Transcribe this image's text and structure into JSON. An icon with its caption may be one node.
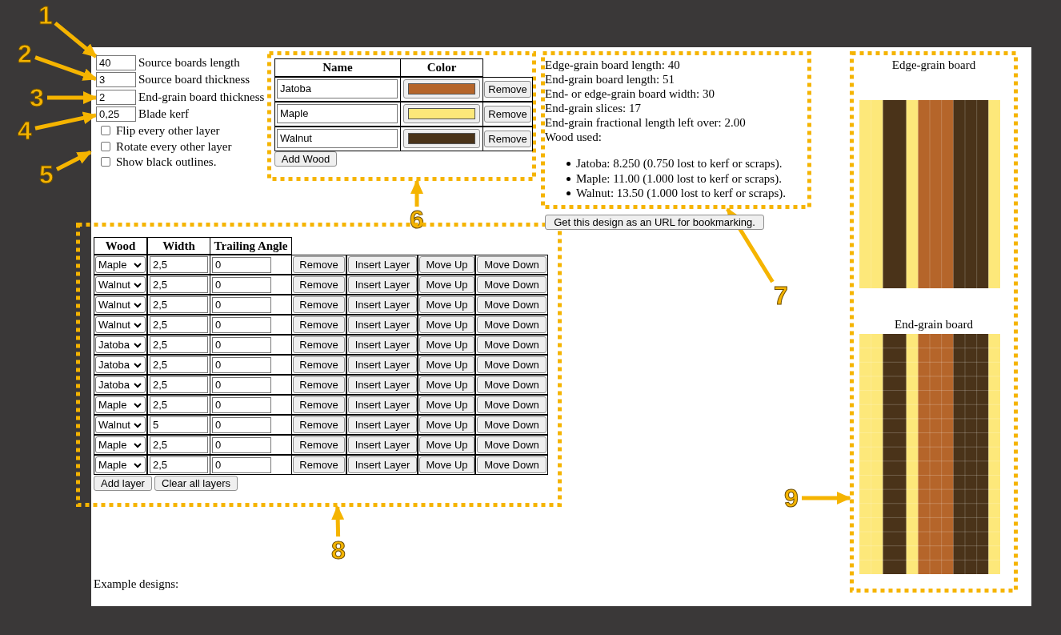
{
  "diagram": {
    "nodes": [
      {
        "text": [
          "1"
        ]
      },
      {
        "text": [
          "2"
        ]
      },
      {
        "text": [
          "3"
        ]
      },
      {
        "text": [
          "4"
        ]
      },
      {
        "text": [
          "5"
        ]
      },
      {
        "text": [
          "6"
        ]
      },
      {
        "text": [
          "7"
        ]
      },
      {
        "text": [
          "8"
        ]
      },
      {
        "text": [
          "9"
        ]
      },
      {
        "text": [
          "40"
        ],
        "beside": [
          "Source boards length"
        ]
      },
      {
        "text": [
          "3"
        ],
        "beside": [
          "Source board thickness"
        ]
      },
      {
        "text": [
          "2"
        ],
        "beside": [
          "End-grain board thickness"
        ]
      },
      {
        "text": [
          "0,25"
        ],
        "beside": [
          "Blade kerf"
        ]
      },
      {
        "text": [],
        "shape": "box"
      },
      {
        "text": [
          "Edge-grain board length: 40",
          "End-grain board length: 51",
          "End- or edge-grain board width: 30",
          "End-grain slices: 17",
          "End-grain fractional length left over: 2.00",
          "Wood used:",
          "Jatoba: 8.250 (0.750 lost to kerf or scraps).",
          "Maple: 11.00 (1.000 lost to kerf or scraps).",
          "Walnut: 13.50 (1.000 lost to kerf or scraps)."
        ]
      },
      {
        "text": [],
        "shape": "box"
      },
      {
        "text": [
          "Edge-grain board",
          "End-grain board"
        ]
      }
    ],
    "edges": [
      {
        "from": 0,
        "to": 9,
        "arrow": "to"
      },
      {
        "from": 1,
        "to": 10,
        "arrow": "to"
      },
      {
        "from": 2,
        "to": 11,
        "arrow": "to"
      },
      {
        "from": 3,
        "to": 12,
        "arrow": "to"
      },
      {
        "from": 4,
        "to": null,
        "arrow": "to"
      },
      {
        "from": 5,
        "to": 13,
        "arrow": "to"
      },
      {
        "from": 6,
        "to": 14,
        "arrow": "to"
      },
      {
        "from": 7,
        "to": 15,
        "arrow": "to"
      },
      {
        "from": 8,
        "to": 16,
        "arrow": "to"
      }
    ],
    "labels": [
      "Flip every other layer",
      "Rotate every other layer",
      "Show black outlines.",
      "Name",
      "Color",
      "Jatoba",
      "Remove",
      "Maple",
      "Remove",
      "Walnut",
      "Remove",
      "Add Wood",
      "Get this design as an URL for bookmarking.",
      "Wood",
      "Width",
      "Trailing Angle",
      "Maple",
      "2,5",
      "0",
      "Remove",
      "Insert Layer",
      "Move Up",
      "Move Down",
      "Walnut",
      "2,5",
      "0",
      "Remove",
      "Insert Layer",
      "Move Up",
      "Move Down",
      "Walnut",
      "2,5",
      "0",
      "Remove",
      "Insert Layer",
      "Move Up",
      "Move Down",
      "Walnut",
      "2,5",
      "0",
      "Remove",
      "Insert Layer",
      "Move Up",
      "Move Down",
      "Jatoba",
      "2,5",
      "0",
      "Remove",
      "Insert Layer",
      "Move Up",
      "Move Down",
      "Jatoba",
      "2,5",
      "0",
      "Remove",
      "Insert Layer",
      "Move Up",
      "Move Down",
      "Jatoba",
      "2,5",
      "0",
      "Remove",
      "Insert Layer",
      "Move Up",
      "Move Down",
      "Maple",
      "2,5",
      "0",
      "Remove",
      "Insert Layer",
      "Move Up",
      "Move Down",
      "Walnut",
      "5",
      "0",
      "Remove",
      "Insert Layer",
      "Move Up",
      "Move Down",
      "Maple",
      "2,5",
      "0",
      "Remove",
      "Insert Layer",
      "Move Up",
      "Move Down",
      "Maple",
      "2,5",
      "0",
      "Remove",
      "Insert Layer",
      "Move Up",
      "Move Down",
      "Add layer",
      "Clear all layers",
      "Example designs:"
    ]
  }
}
